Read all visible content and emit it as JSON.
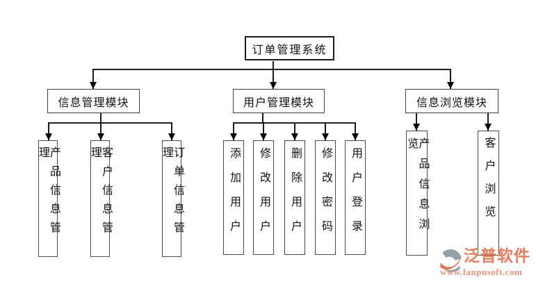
{
  "diagram": {
    "root": {
      "label": "订单管理系统"
    },
    "modules": [
      {
        "label": "信息管理模块",
        "children": [
          "产品信息管理",
          "客户信息管理",
          "订单信息管理"
        ]
      },
      {
        "label": "用户管理模块",
        "children": [
          "添加用户",
          "修改用户",
          "删除用户",
          "修改密码",
          "用户登录"
        ]
      },
      {
        "label": "信息浏览模块",
        "children": [
          "产品信息浏览",
          "客户浏览"
        ]
      }
    ]
  },
  "watermark": {
    "brand": "泛普软件",
    "url": "www.fanpusoft.com"
  },
  "colors": {
    "line": "#000000",
    "box_border": "#3f3f3f",
    "brand_text": "#e87a5a",
    "url_text": "#ec9278",
    "logo_gray": "#94a0aa",
    "logo_orange": "#e2714e"
  }
}
